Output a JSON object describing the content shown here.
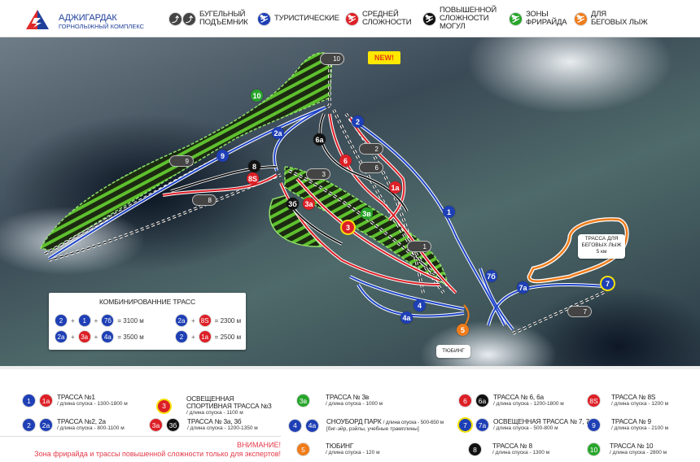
{
  "header": {
    "brand_title": "АДЖИГАРДАК",
    "brand_subtitle": "ГОРНОЛЫЖНЫЙ КОМПЛЕКС",
    "legend": [
      {
        "id": "lift",
        "label_1": "БУГЕЛЬНЫЙ",
        "label_2": "ПОДЪЕМНИК",
        "label_3": "",
        "color": "#333333"
      },
      {
        "id": "tourist",
        "label_1": "ТУРИСТИЧЕСКИЕ",
        "label_2": "",
        "label_3": "",
        "color": "#1e3fb5"
      },
      {
        "id": "medium",
        "label_1": "СРЕДНЕЙ",
        "label_2": "СЛОЖНОСТИ",
        "label_3": "",
        "color": "#dd1f26"
      },
      {
        "id": "hard",
        "label_1": "ПОВЫШЕННОЙ",
        "label_2": "СЛОЖНОСТИ",
        "label_3": "МОГУЛ",
        "color": "#111111"
      },
      {
        "id": "freeride",
        "label_1": "ЗОНЫ",
        "label_2": "ФРИРАЙДА",
        "label_3": "",
        "color": "#27a52a"
      },
      {
        "id": "crosscountry",
        "label_1": "ДЛЯ",
        "label_2": "БЕГОВЫХ ЛЫЖ",
        "label_3": "",
        "color": "#f07c1a"
      }
    ]
  },
  "map": {
    "new_badge": "NEW!",
    "crosscountry_callout": {
      "line1": "ТРАССА ДЛЯ",
      "line2": "БЕГОВЫХ ЛЫЖ",
      "line3": "5 км"
    },
    "tubing_callout": "ТЮБИНГ",
    "lifts": [
      "10",
      "9",
      "8",
      "3",
      "2",
      "6",
      "1",
      "7"
    ],
    "trail_markers": [
      "10",
      "9",
      "2a",
      "8",
      "8S",
      "3б",
      "3a",
      "3",
      "3в",
      "6a",
      "6",
      "2",
      "1a",
      "1",
      "7б",
      "7a",
      "7",
      "4",
      "4a",
      "5"
    ],
    "combinations": {
      "title": "КОМБИНИРОВАННИЕ ТРАСС",
      "rows": [
        {
          "items": [
            "2",
            "1",
            "7б"
          ],
          "result": "= 3100 м"
        },
        {
          "items": [
            "2a",
            "3a",
            "4a"
          ],
          "result": "= 3500 м"
        },
        {
          "items": [
            "2a",
            "8S"
          ],
          "result": "= 2300 м"
        },
        {
          "items": [
            "2",
            "1a"
          ],
          "result": "= 2500 м"
        }
      ]
    }
  },
  "legend": {
    "items": [
      {
        "badges": [
          "1",
          "1a"
        ],
        "name": "ТРАССА №1",
        "length": "/ длина спуска - 1300-1800 м"
      },
      {
        "badges": [
          "2",
          "2a"
        ],
        "name": "ТРАССА №2, 2а",
        "length": "/ длина спуска - 800-1100 м"
      },
      {
        "badges": [
          "3"
        ],
        "name_1": "ОСВЕЩЕННАЯ",
        "name": "СПОРТИВНАЯ ТРАССА №3",
        "length": "/ длина спуска - 1100 м"
      },
      {
        "badges": [
          "3a",
          "3б"
        ],
        "name": "ТРАССА № 3а, 3б",
        "length": "/ длина спуска - 1200-1350 м"
      },
      {
        "badges": [
          "3в"
        ],
        "name": "ТРАССА № 3в",
        "length": "/ длина спуска - 1000 м"
      },
      {
        "badges": [
          "4",
          "4a"
        ],
        "name": "СНОУБОРД ПАРК",
        "length": "/ длина спуска - 500-650 м",
        "extra": "[биг-эйр, рэйлы, учебные трамплины]"
      },
      {
        "badges": [
          "5"
        ],
        "name": "ТЮБИНГ",
        "length": "/ длина спуска - 120 м"
      },
      {
        "badges": [
          "6",
          "6a"
        ],
        "name": "ТРАССА № 6, 6а",
        "length": "/ длина спуска - 1200-1800 м"
      },
      {
        "badges": [
          "7",
          "7a"
        ],
        "name": "ОСВЕЩЕННАЯ ТРАССА № 7, 7а",
        "length": "/ длина спуска - 500-800 м"
      },
      {
        "badges": [
          "8"
        ],
        "name": "ТРАССА № 8",
        "length": "/ длина спуска - 1300 м"
      },
      {
        "badges": [
          "8S"
        ],
        "name": "ТРАССА № 8S",
        "length": "/ длина спуска - 1200 м"
      },
      {
        "badges": [
          "9"
        ],
        "name": "ТРАССА № 9",
        "length": "/ длина спуска - 2100 м"
      },
      {
        "badges": [
          "10"
        ],
        "name": "ТРАССА № 10",
        "length": "/ длина спуска - 2800 м"
      }
    ],
    "warning_title": "ВНИМАНИЕ!",
    "warning_text": "Зона фрирайда и трассы повышенной сложности только для экспертов!"
  }
}
